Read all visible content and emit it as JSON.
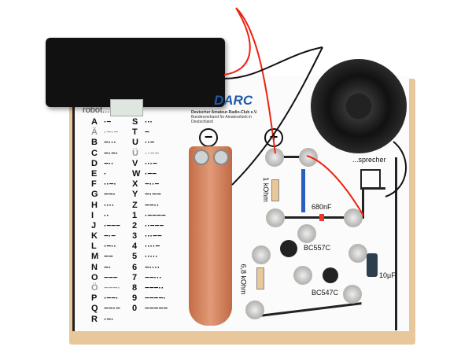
{
  "board": {
    "url": "robot...in.de",
    "logo": "DARC",
    "club": "Deutscher Amateur-Radio-Club e.V.",
    "club_sub": "Bundesverband für Amateurfunk in Deutschland",
    "minus": "−",
    "plus": "+"
  },
  "morse_left": [
    [
      "A",
      "·−"
    ],
    [
      "Ä",
      "·−·−"
    ],
    [
      "B",
      "−···"
    ],
    [
      "C",
      "−·−·"
    ],
    [
      "D",
      "−··"
    ],
    [
      "E",
      "·"
    ],
    [
      "F",
      "··−·"
    ],
    [
      "G",
      "−−·"
    ],
    [
      "H",
      "····"
    ],
    [
      "I",
      "··"
    ],
    [
      "J",
      "·−−−"
    ],
    [
      "K",
      "−·−"
    ],
    [
      "L",
      "·−··"
    ],
    [
      "M",
      "−−"
    ],
    [
      "N",
      "−·"
    ],
    [
      "O",
      "−−−"
    ],
    [
      "Ö",
      "−−−·"
    ],
    [
      "P",
      "·−−·"
    ],
    [
      "Q",
      "−−·−"
    ],
    [
      "R",
      "·−·"
    ]
  ],
  "morse_right": [
    [
      "S",
      "···"
    ],
    [
      "T",
      "−"
    ],
    [
      "U",
      "··−"
    ],
    [
      "Ü",
      "··−−"
    ],
    [
      "V",
      "···−"
    ],
    [
      "W",
      "·−−"
    ],
    [
      "X",
      "−··−"
    ],
    [
      "Y",
      "−·−−"
    ],
    [
      "Z",
      "−−··"
    ],
    [
      "1",
      "·−−−−"
    ],
    [
      "2",
      "··−−−"
    ],
    [
      "3",
      "···−−"
    ],
    [
      "4",
      "····−"
    ],
    [
      "5",
      "·····"
    ],
    [
      "6",
      "−····"
    ],
    [
      "7",
      "−−···"
    ],
    [
      "8",
      "−−−··"
    ],
    [
      "9",
      "−−−−·"
    ],
    [
      "0",
      "−−−−−"
    ]
  ],
  "components": {
    "r1": "1 kOhm",
    "c1": "680nF",
    "q1": "BC557C",
    "q2": "BC547C",
    "r2": "6,8 kOhm",
    "c2": "10µF",
    "speaker": "...sprecher"
  }
}
